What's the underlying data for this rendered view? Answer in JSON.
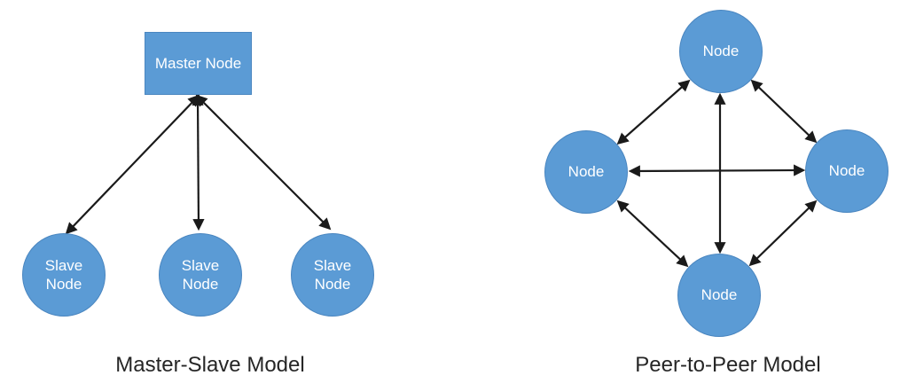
{
  "colors": {
    "node_fill": "#5b9bd5",
    "node_border": "#4a86c0",
    "node_text": "#ffffff",
    "arrow": "#1a1a1a",
    "caption": "#262626",
    "background": "#ffffff"
  },
  "master_slave": {
    "caption": "Master-Slave Model",
    "master": {
      "label": "Master Node"
    },
    "slaves": [
      {
        "label": "Slave Node"
      },
      {
        "label": "Slave Node"
      },
      {
        "label": "Slave Node"
      }
    ]
  },
  "peer_to_peer": {
    "caption": "Peer-to-Peer Model",
    "nodes": [
      {
        "label": "Node",
        "position": "top"
      },
      {
        "label": "Node",
        "position": "left"
      },
      {
        "label": "Node",
        "position": "right"
      },
      {
        "label": "Node",
        "position": "bottom"
      }
    ]
  }
}
